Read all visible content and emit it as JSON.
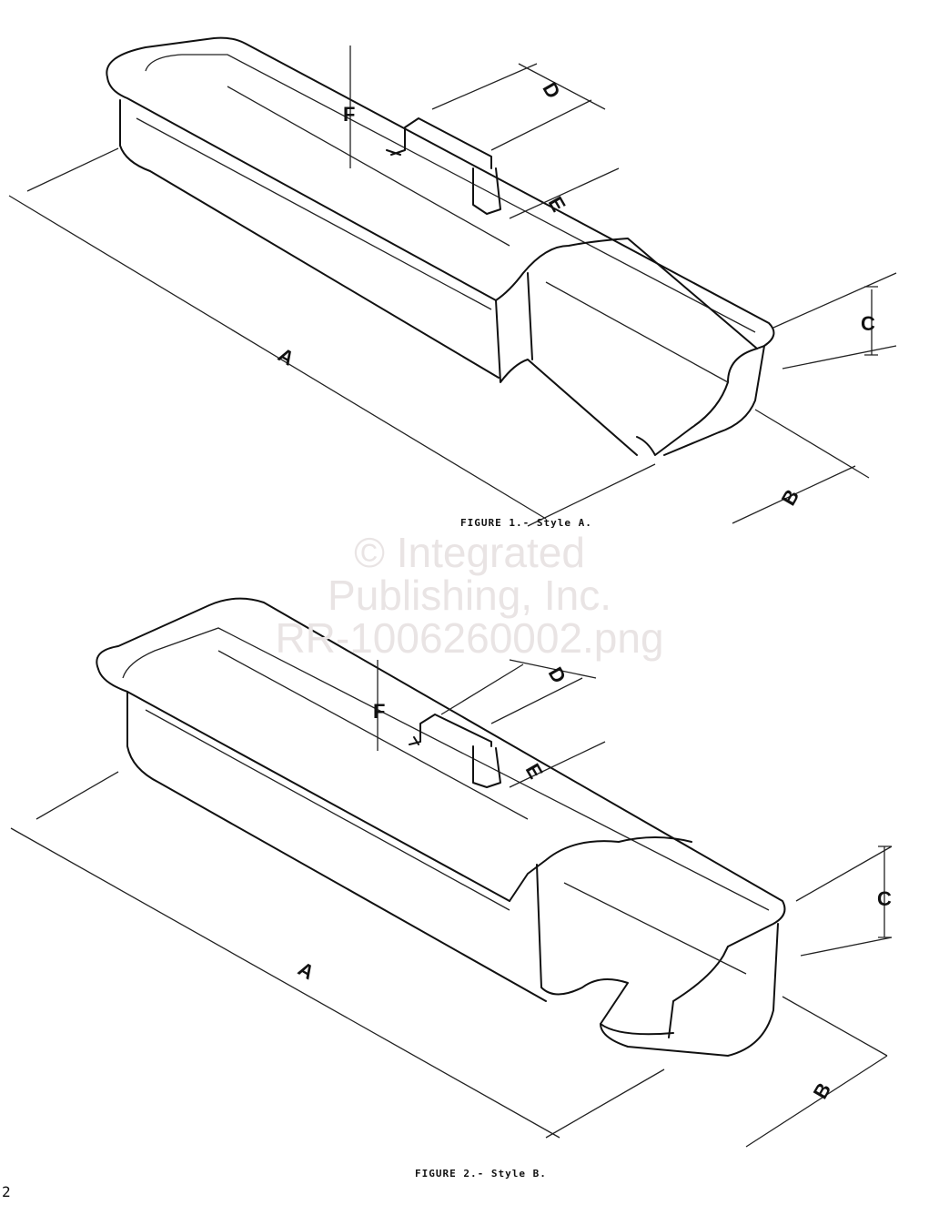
{
  "figure1": {
    "caption": "FIGURE 1.- Style A.",
    "labels": {
      "A": "A",
      "B": "B",
      "C": "C",
      "D": "D",
      "E": "E",
      "F": "F"
    }
  },
  "figure2": {
    "caption": "FIGURE 2.- Style B.",
    "labels": {
      "A": "A",
      "B": "B",
      "C": "C",
      "D": "D",
      "E": "E",
      "F": "F"
    }
  },
  "watermark": [
    "© Integrated",
    "Publishing, Inc.",
    "RR-1006260002.png"
  ],
  "page_number": "2"
}
